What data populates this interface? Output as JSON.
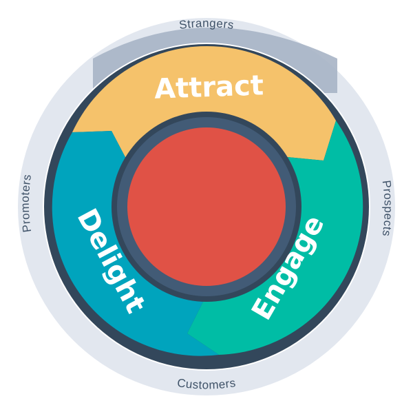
{
  "diagram": {
    "outer_ring": {
      "top": "Strangers",
      "right": "Prospects",
      "bottom": "Customers",
      "left": "Promoters"
    },
    "segments": {
      "top": "Attract",
      "right": "Engage",
      "left": "Delight"
    },
    "colors": {
      "outer_ring": "#e2e7ef",
      "outer_ring_accent": "#a7b4c5",
      "dark_outline": "#33475b",
      "attract": "#f5c26b",
      "engage": "#00bda5",
      "delight": "#00a4bd",
      "hub_ring": "#425b76",
      "hub": "#e05246",
      "label_text": "#3f5268",
      "segment_text": "#ffffff"
    }
  }
}
